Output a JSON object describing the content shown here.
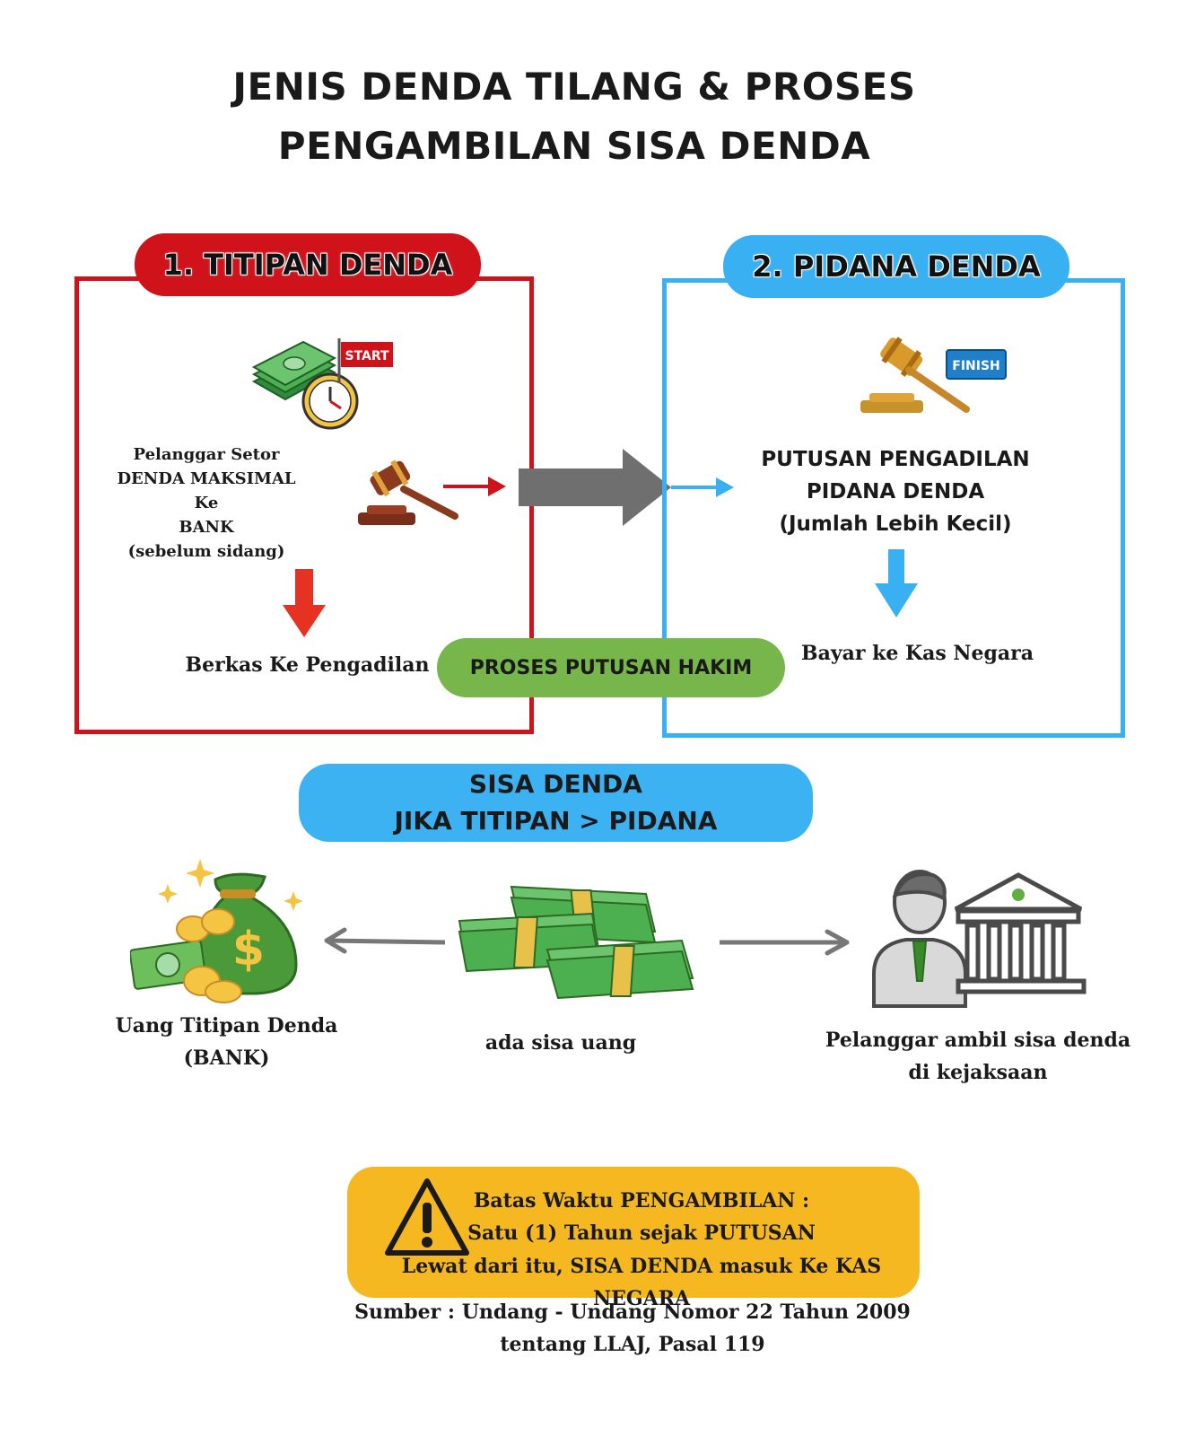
{
  "title": {
    "line1": "JENIS DENDA TILANG & PROSES",
    "line2": "PENGAMBILAN SISA DENDA"
  },
  "box1": {
    "heading": "1. TITIPAN DENDA",
    "start_flag": "START",
    "text_lines": [
      "Pelanggar Setor",
      "DENDA MAKSIMAL Ke",
      "BANK",
      "(sebelum sidang)"
    ],
    "bottom_label": "Berkas Ke Pengadilan"
  },
  "box2": {
    "heading": "2. PIDANA DENDA",
    "finish_flag": "FINISH",
    "text_lines": [
      "PUTUSAN PENGADILAN",
      "PIDANA DENDA",
      "(Jumlah Lebih Kecil)"
    ],
    "bottom_label": "Bayar ke Kas Negara"
  },
  "process": {
    "label": "PROSES PUTUSAN HAKIM"
  },
  "sisa": {
    "line1": "SISA DENDA",
    "line2": "JIKA TITIPAN > PIDANA"
  },
  "bottom": {
    "left_lines": [
      "Uang Titipan Denda",
      "(BANK)"
    ],
    "center_label": "ada sisa uang",
    "right_lines": [
      "Pelanggar ambil sisa denda",
      "di kejaksaan"
    ]
  },
  "warning": {
    "lines": [
      "Batas Waktu PENGAMBILAN :",
      "Satu (1) Tahun sejak PUTUSAN",
      "Lewat dari itu, SISA DENDA masuk Ke KAS NEGARA"
    ]
  },
  "source": {
    "line1": "Sumber : Undang - Undang Nomor 22 Tahun 2009",
    "line2": "tentang LLAJ, Pasal 119"
  },
  "colors": {
    "red": "#d0121b",
    "blue": "#39b0f2",
    "green": "#76b64a",
    "yellow": "#f5b821",
    "gray_arrow": "#6f6f6f"
  }
}
